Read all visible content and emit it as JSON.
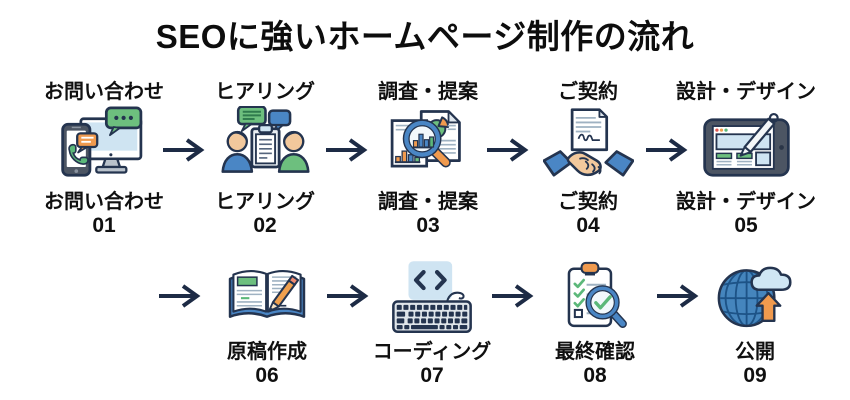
{
  "title": "SEOに強いホームページ制作の流れ",
  "flow": {
    "steps": [
      {
        "label": "お問い合わせ",
        "number": "01",
        "icon": "contact-icon"
      },
      {
        "label": "ヒアリング",
        "number": "02",
        "icon": "hearing-icon"
      },
      {
        "label": "調査・提案",
        "number": "03",
        "icon": "research-proposal-icon"
      },
      {
        "label": "ご契約",
        "number": "04",
        "icon": "contract-icon"
      },
      {
        "label": "設計・デザイン",
        "number": "05",
        "icon": "design-icon"
      },
      {
        "label": "原稿作成",
        "number": "06",
        "icon": "manuscript-icon"
      },
      {
        "label": "コーディング",
        "number": "07",
        "icon": "coding-icon"
      },
      {
        "label": "最終確認",
        "number": "08",
        "icon": "final-check-icon"
      },
      {
        "label": "公開",
        "number": "09",
        "icon": "publish-icon"
      }
    ]
  },
  "colors": {
    "text": "#0d0d0d",
    "arrow": "#1d2b45",
    "outline": "#24344f",
    "blue": "#4a86c5",
    "light_blue": "#cfe4f2",
    "green": "#6dbf7e",
    "orange": "#f09a4e",
    "skin": "#f2c89c",
    "slate": "#4c5563"
  }
}
